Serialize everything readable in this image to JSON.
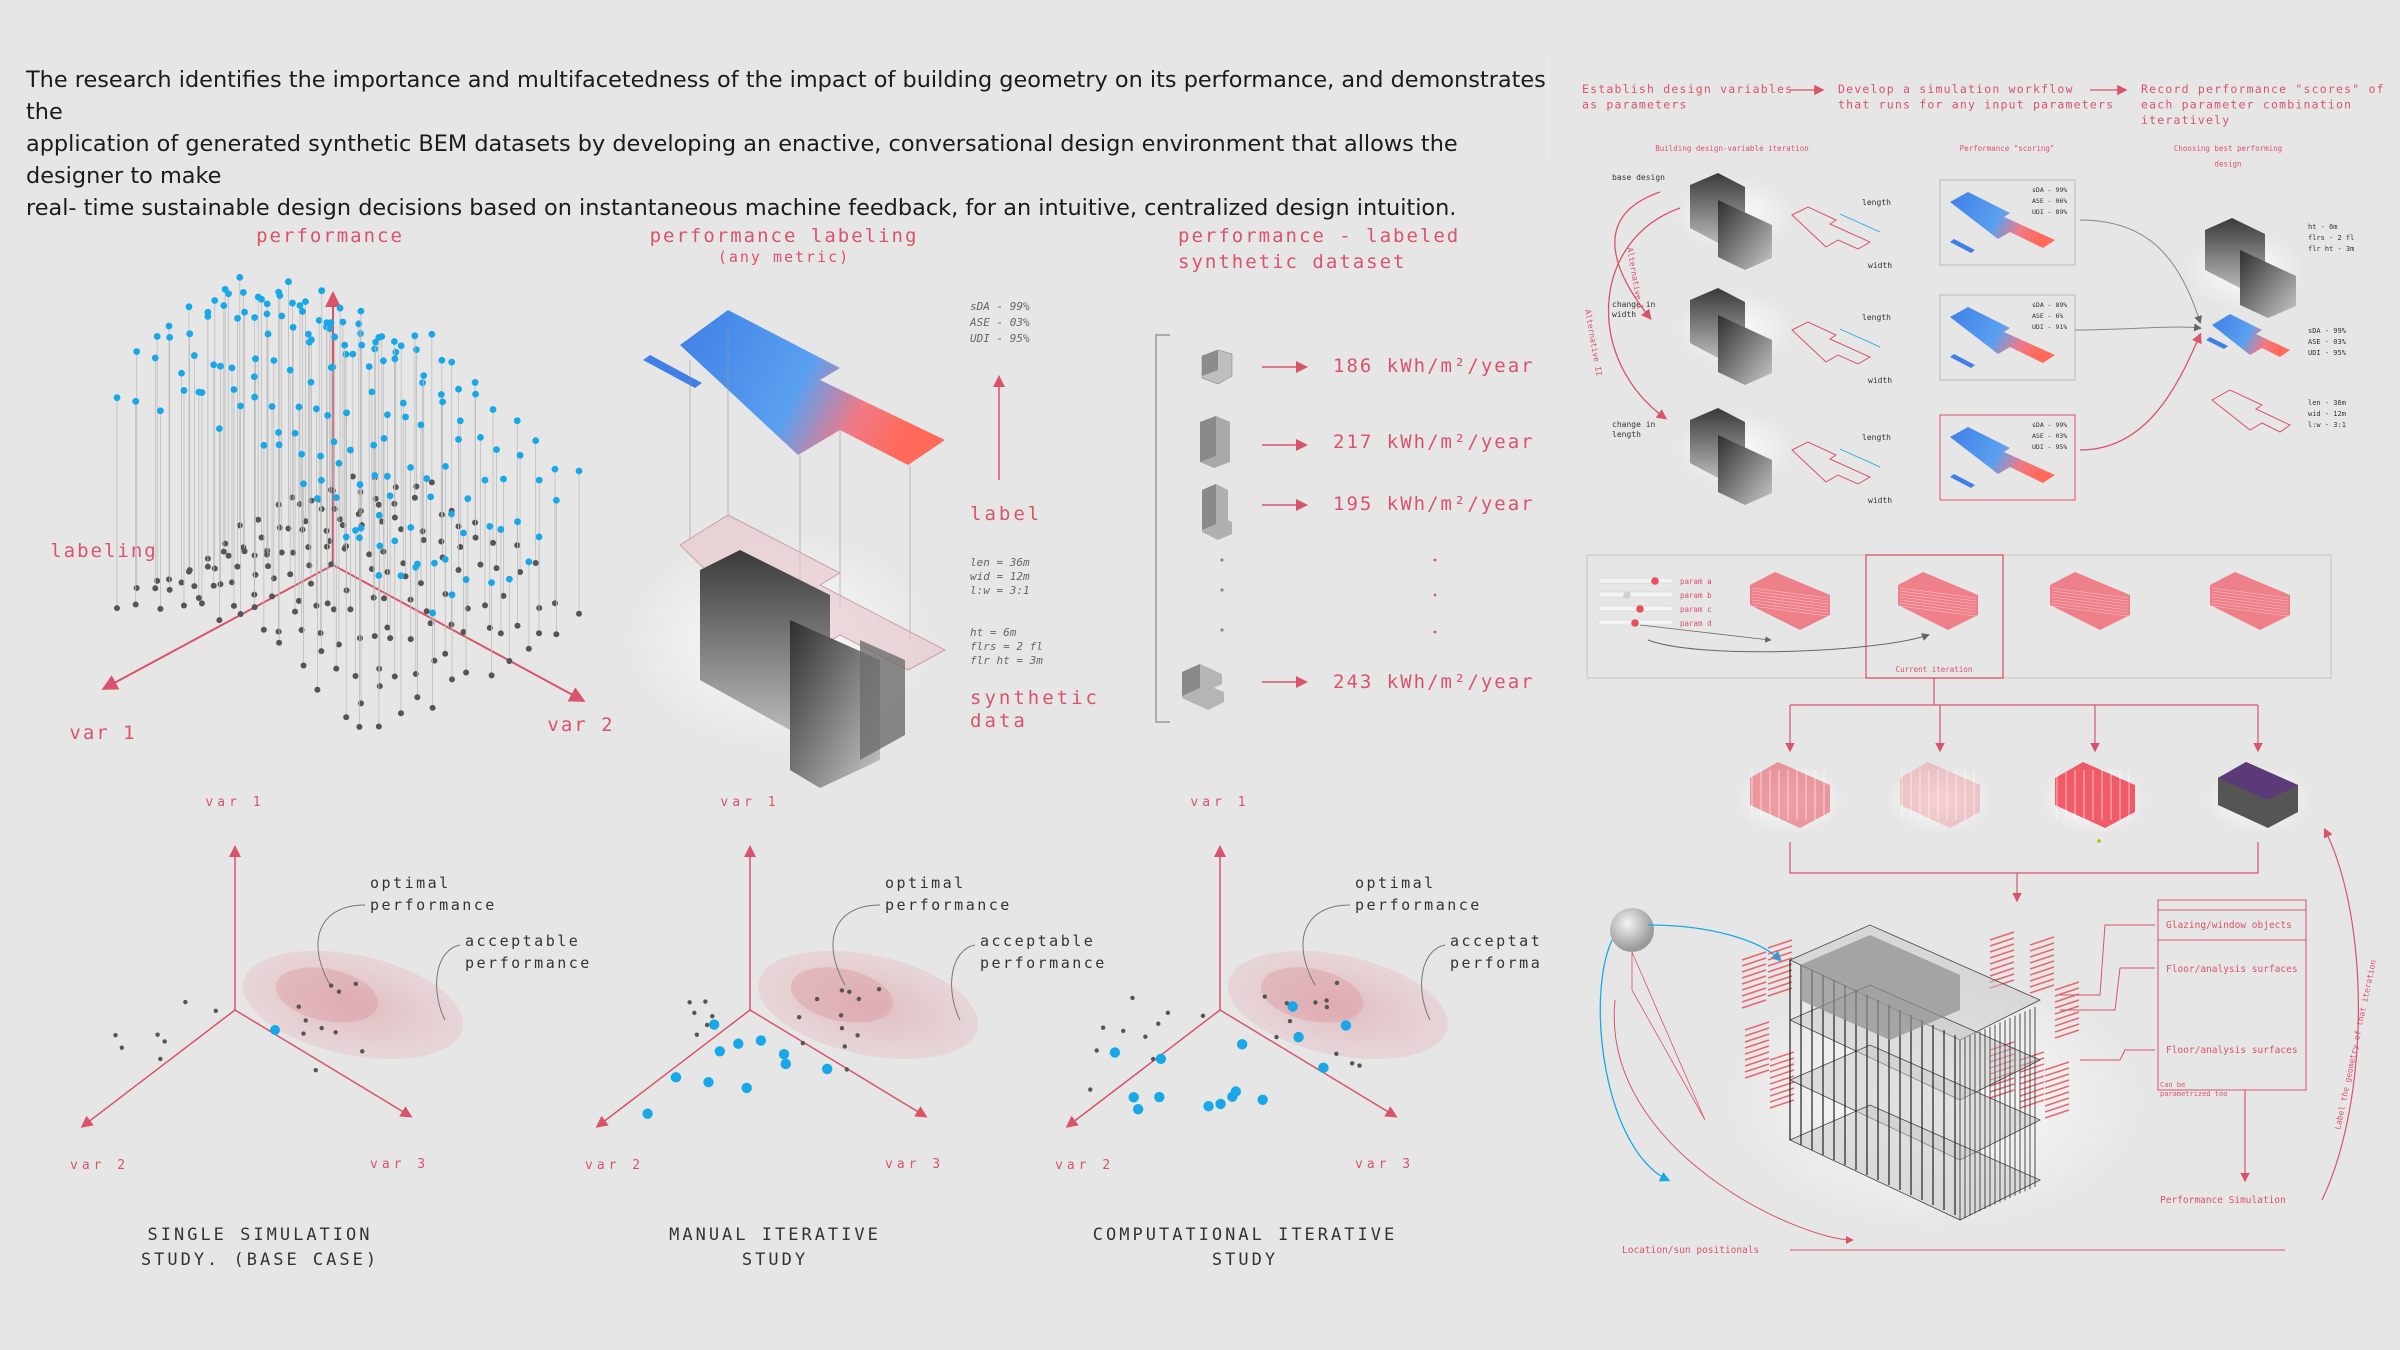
{
  "intro": {
    "line1": "The research identifies the importance and multifacetedness of the impact of building geometry on its performance, and demonstrates the",
    "line2": "application of generated synthetic BEM datasets by developing an enactive, conversational design environment that allows the designer to make",
    "line3": "real- time sustainable design decisions based on instantaneous machine feedback, for an intuitive, centralized design intuition."
  },
  "colors": {
    "accent": "#d9536a",
    "blue": "#18a8e8",
    "grey_points": "#555555",
    "background": "#e7e6e6"
  },
  "panel_scatter": {
    "title": "performance",
    "side_label": "labeling",
    "axis_x": "var 1",
    "axis_y": "var 2"
  },
  "panel_labeling": {
    "title": "performance labeling",
    "subtitle": "(any metric)",
    "metrics": [
      "sDA - 99%",
      "ASE - 03%",
      "UDI - 95%"
    ],
    "label_word": "label",
    "params": [
      "len = 36m",
      "wid = 12m",
      "l:w = 3:1"
    ],
    "params2": [
      "ht = 6m",
      "flrs = 2 fl",
      "flr ht = 3m"
    ],
    "synthetic_line1": "synthetic",
    "synthetic_line2": "data"
  },
  "panel_dataset": {
    "title_line1": "performance - labeled",
    "title_line2": "synthetic dataset",
    "rows": [
      "186 kWh/m²/year",
      "217 kWh/m²/year",
      "195 kWh/m²/year",
      "243 kWh/m²/year"
    ]
  },
  "studies": [
    {
      "axis_top": "var 1",
      "axis_left": "var 2",
      "axis_right": "var 3",
      "optimal": "optimal\nperformance",
      "acceptable": "acceptable\nperformance",
      "caption1": "SINGLE SIMULATION",
      "caption2": "STUDY. (BASE CASE)"
    },
    {
      "axis_top": "var 1",
      "axis_left": "var 2",
      "axis_right": "var 3",
      "optimal": "optimal\nperformance",
      "acceptable": "acceptable\nperformance",
      "caption1": "MANUAL ITERATIVE",
      "caption2": "STUDY"
    },
    {
      "axis_top": "var 1",
      "axis_left": "var 2",
      "axis_right": "var 3",
      "optimal": "optimal\nperformance",
      "acceptable": "acceptat\nperforma",
      "caption1": "COMPUTATIONAL ITERATIVE",
      "caption2": "STUDY"
    }
  ],
  "workflow": {
    "step1": "Establish design variables\nas parameters",
    "step2": "Develop a simulation workflow\nthat runs for any input parameters",
    "step3": "Record performance \"scores\" of\neach parameter combination\niteratively",
    "col1": "Building design-variable iteration",
    "col2": "Performance \"scoring\"",
    "col3": "Choosing best performing\ndesign",
    "row_labels": [
      "base design",
      "change in\nwidth",
      "change in\nlength"
    ],
    "length": "length",
    "width": "width",
    "alt1": "Alternative I",
    "alt2": "Alternative II",
    "scores": [
      [
        "sDA - 99%",
        "ASE - 06%",
        "UDI - 89%"
      ],
      [
        "sDA - 89%",
        "ASE - 6%",
        "UDI - 91%"
      ],
      [
        "sDA - 99%",
        "ASE - 03%",
        "UDI - 95%"
      ]
    ],
    "best_params": [
      "ht - 6m",
      "flrs - 2 fl",
      "flr ht - 3m"
    ],
    "best_scores": [
      "sDA - 99%",
      "ASE - 03%",
      "UDI - 95%"
    ],
    "best_dims": [
      "len - 36m",
      "wid - 12m",
      "l:w - 3:1"
    ]
  },
  "param_panel": {
    "params": [
      "param a",
      "param b",
      "param c",
      "param d"
    ],
    "current": "Current iteration"
  },
  "analysis": {
    "labels": [
      "Glazing/window objects",
      "Floor/analysis surfaces",
      "Floor/analysis surfaces"
    ],
    "small_note": "Can be\nparametrized too",
    "perf": "Performance Simulation",
    "location": "Location/sun positionals",
    "side": "Label the geometry of that iteration"
  }
}
